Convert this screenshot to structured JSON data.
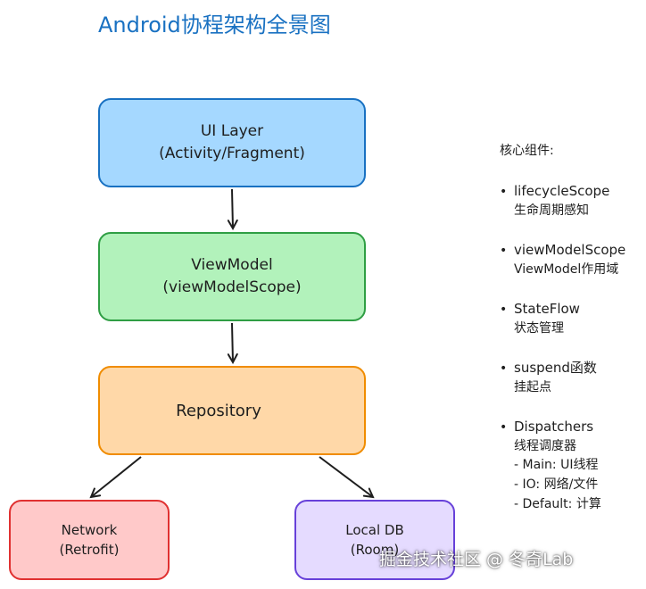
{
  "title": "Android协程架构全景图",
  "boxes": {
    "ui": {
      "line1": "UI Layer",
      "line2": "(Activity/Fragment)"
    },
    "viewmodel": {
      "line1": "ViewModel",
      "line2": "(viewModelScope)"
    },
    "repository": {
      "line1": "Repository"
    },
    "network": {
      "line1": "Network",
      "line2": "(Retrofit)"
    },
    "localdb": {
      "line1": "Local DB",
      "line2": "(Room)"
    }
  },
  "sidebar": {
    "title": "核心组件:",
    "items": [
      {
        "name": "lifecycleScope",
        "desc": "生命周期感知"
      },
      {
        "name": "viewModelScope",
        "desc": "ViewModel作用域"
      },
      {
        "name": "StateFlow",
        "desc": "状态管理"
      },
      {
        "name": "suspend函数",
        "desc": "挂起点"
      },
      {
        "name": "Dispatchers",
        "desc": "线程调度器",
        "subs": [
          "- Main: UI线程",
          "- IO: 网络/文件",
          "- Default: 计算"
        ]
      }
    ]
  },
  "watermark": "掘金技术社区 @ 冬奇Lab",
  "colors": {
    "title": "#1971c2",
    "ui_fill": "#a5d8ff",
    "viewmodel_fill": "#b2f2bb",
    "repository_fill": "#ffd8a8",
    "network_fill": "#ffc9c9",
    "localdb_fill": "#e5dbff"
  }
}
